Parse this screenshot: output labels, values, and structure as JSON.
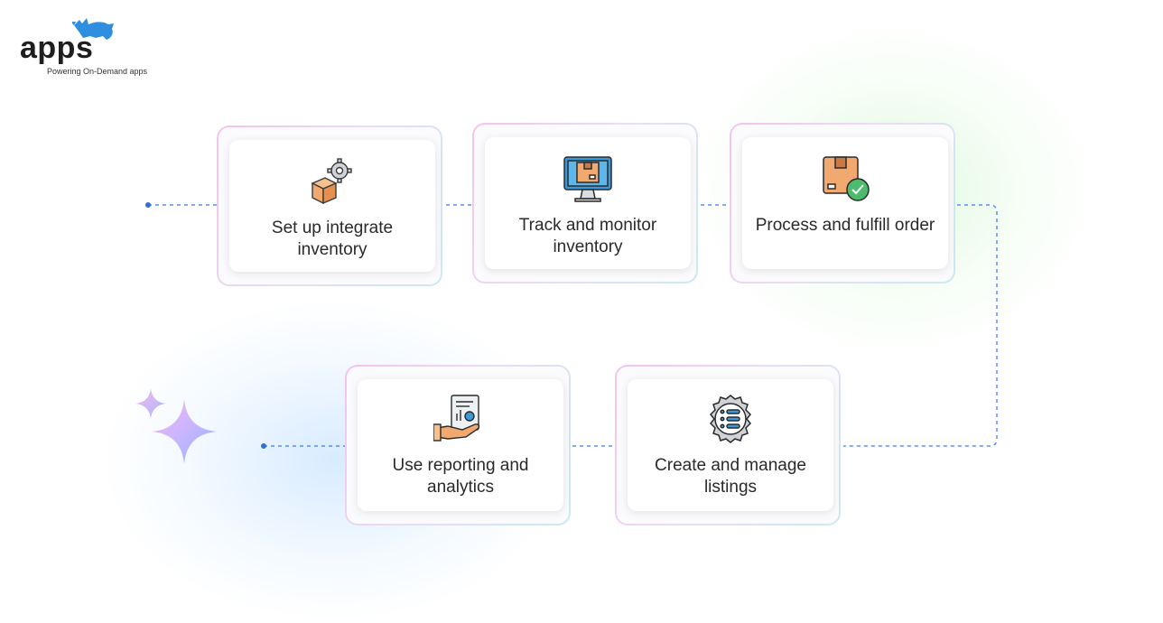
{
  "brand": {
    "name": "apps",
    "tagline": "Powering On-Demand apps"
  },
  "steps": [
    {
      "label": "Set up integrate inventory",
      "icon": "boxes-gear-icon"
    },
    {
      "label": "Track and monitor inventory",
      "icon": "monitor-box-icon"
    },
    {
      "label": "Process and fulfill order",
      "icon": "box-check-icon"
    },
    {
      "label": "Create and manage listings",
      "icon": "gear-list-icon"
    },
    {
      "label": "Use reporting and analytics",
      "icon": "hand-report-icon"
    }
  ],
  "colors": {
    "connector": "#5b8def",
    "rhino": "#2e8fe0",
    "box": "#f2a970",
    "screen": "#3a9ad9",
    "check": "#4cbb6c"
  }
}
